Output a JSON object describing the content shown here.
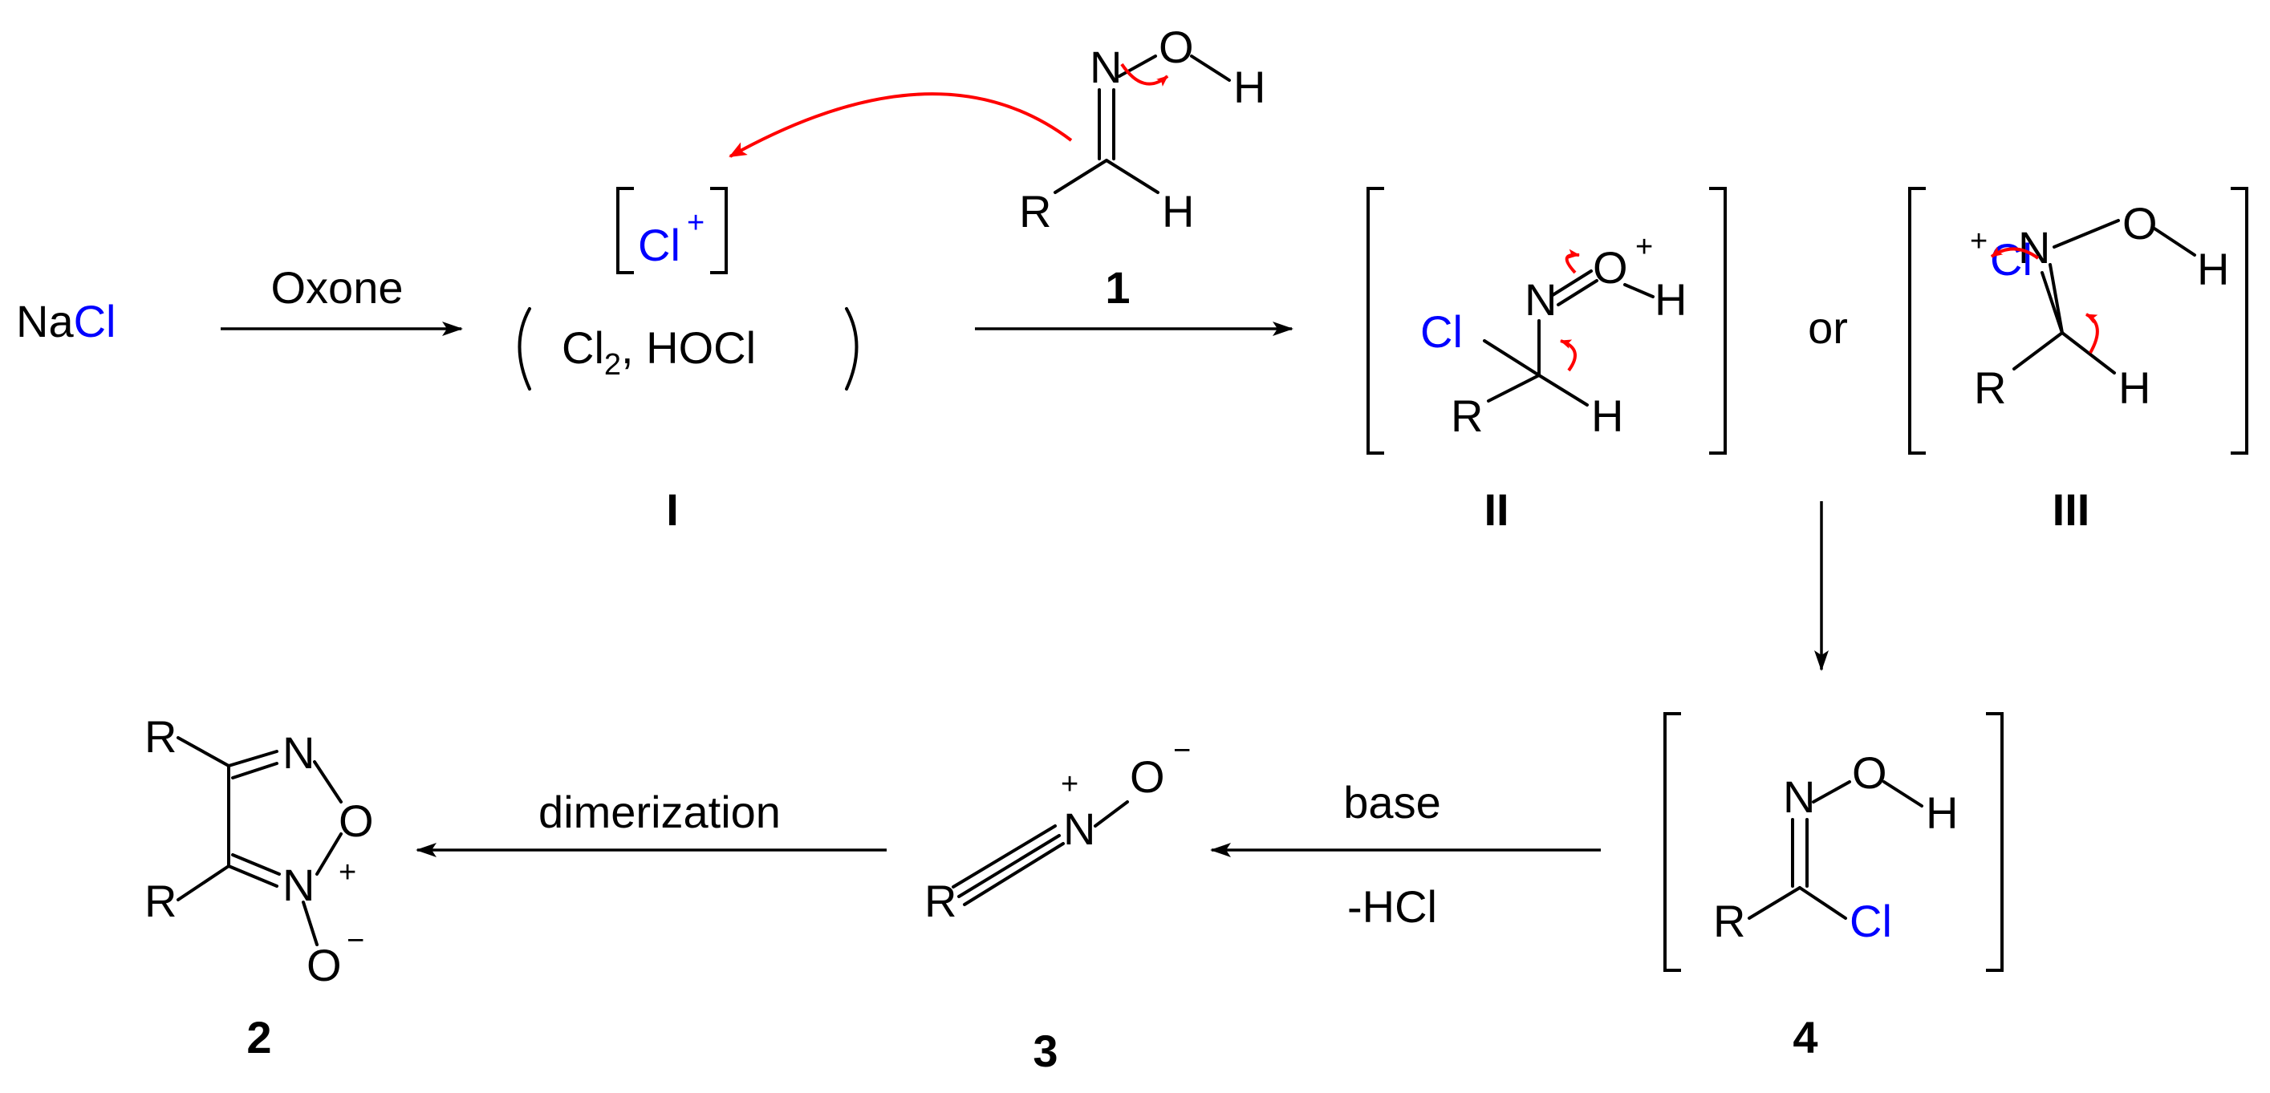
{
  "colors": {
    "chlorine": "#0000ff",
    "electron_arrow": "#ff0000",
    "ink": "#000000"
  },
  "atoms": {
    "Na": "Na",
    "Cl": "Cl",
    "N": "N",
    "O": "O",
    "H": "H",
    "R": "R",
    "plus": "+",
    "minus": "−"
  },
  "reagents": {
    "oxone": "Oxone",
    "cl2": "Cl",
    "cl2_sub": "2",
    "cl2_rest": ", HOCl",
    "base": "base",
    "minus_hcl": "-HCl",
    "dimerization": "dimerization",
    "or": "or"
  },
  "compounds": {
    "I": "I",
    "II": "II",
    "III": "III",
    "one": "1",
    "two": "2",
    "three": "3",
    "four": "4"
  }
}
